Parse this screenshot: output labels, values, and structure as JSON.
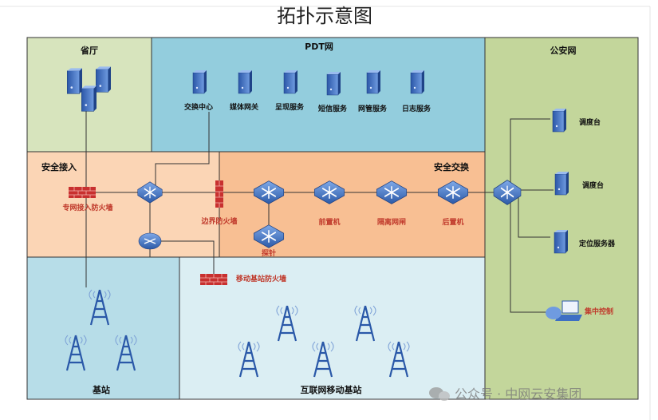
{
  "title": "拓扑示意图",
  "zones": {
    "province": {
      "label": "省厅",
      "color": "#d7e4bd"
    },
    "pdt": {
      "label": "PDT网",
      "color": "#93cddd"
    },
    "police": {
      "label": "公安网",
      "color": "#c3d69b"
    },
    "access": {
      "label": "安全接入",
      "color": "#fbd5b5"
    },
    "exchange": {
      "label": "安全交换",
      "color": "#f8bf93"
    },
    "base": {
      "label": "基站",
      "color": "#b7dde8"
    },
    "mobile": {
      "label": "互联网移动基站",
      "color": "#dbeef3"
    }
  },
  "pdt_servers": [
    "交换中心",
    "媒体网关",
    "呈现服务",
    "短信服务",
    "网管服务",
    "日志服务"
  ],
  "access": {
    "firewall": "专网接入防火墙",
    "border_firewall": "边界防火墙",
    "probe": "探针",
    "mobile_firewall": "移动基站防火墙"
  },
  "exchange": {
    "front": "前置机",
    "gap": "隔离网闸",
    "back": "后置机"
  },
  "police": {
    "console1": "调度台",
    "console2": "调度台",
    "locator": "定位服务器",
    "control": "集中控制"
  },
  "watermark": "公众号 · 中网云安集团",
  "colors": {
    "server": "#3d6fc4",
    "firewall": "#c8302f",
    "label_red": "#c0392b"
  }
}
